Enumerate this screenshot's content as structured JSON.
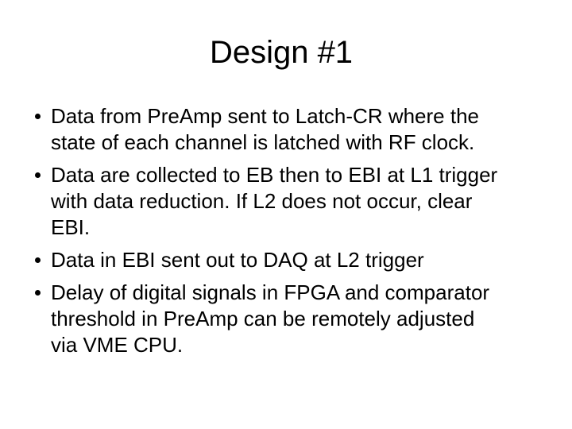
{
  "slide": {
    "title": "Design #1",
    "colors": {
      "background": "#ffffff",
      "text": "#000000"
    },
    "bullets": [
      {
        "lines": [
          "Data from PreAmp sent to Latch-CR where the",
          "state of each channel is latched with RF clock."
        ]
      },
      {
        "lines": [
          "Data are collected to EB then to EBI at L1 trigger",
          "with data reduction. If L2 does not occur, clear",
          "EBI."
        ]
      },
      {
        "lines": [
          "Data in EBI sent out to DAQ at L2 trigger"
        ]
      },
      {
        "lines": [
          "Delay of digital signals in FPGA and comparator",
          "threshold in PreAmp can be remotely adjusted",
          "via VME CPU."
        ]
      }
    ]
  }
}
